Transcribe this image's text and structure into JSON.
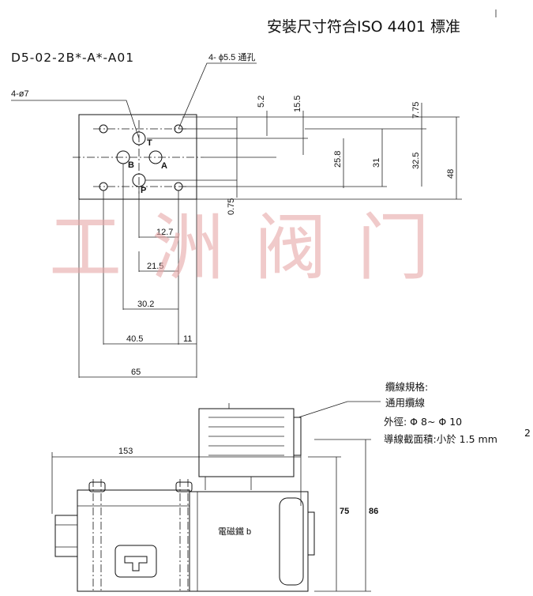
{
  "header": {
    "title": "安裝尺寸符合ISO 4401 標准",
    "model": "D5-02-2B*-A*-A01"
  },
  "top_view": {
    "hole_callout_left": "4-ø7",
    "hole_callout_right": "4- ϕ5.5  通孔",
    "port_t": "T",
    "port_b": "B",
    "port_a": "A",
    "port_p": "P",
    "dims_vertical": [
      "5.2",
      "15.5",
      "7.75",
      "25.8",
      "31",
      "32.5",
      "48",
      "0.75"
    ],
    "dims_horizontal": [
      "12.7",
      "21.5",
      "30.2",
      "40.5",
      "11",
      "65"
    ]
  },
  "watermark": "工洲阀门",
  "side_view": {
    "dim_length": "153",
    "dim_height_75": "75",
    "dim_height_86": "86",
    "coil_label": "電磁鐵 b"
  },
  "cable_spec": {
    "line1": "纜線規格:",
    "line2": "通用纜線",
    "line3": "外徑: Φ 8~ Φ 10",
    "line4": "導線截面積:小於 1.5 mm",
    "line4_sup": "2"
  }
}
